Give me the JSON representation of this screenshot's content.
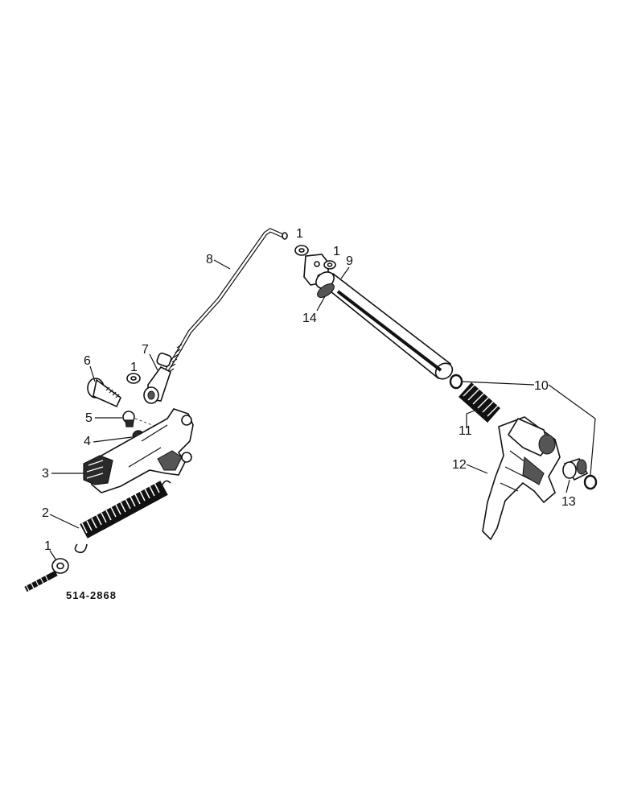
{
  "diagram": {
    "drawing_code": "514-2868",
    "callouts": {
      "c1_eyebolt": "1",
      "c1_near7": "1",
      "c1_rodend": "1",
      "c1_shaft": "1",
      "c2": "2",
      "c3": "3",
      "c4": "4",
      "c5": "5",
      "c6": "6",
      "c7": "7",
      "c8": "8",
      "c9": "9",
      "c10": "10",
      "c11": "11",
      "c12": "12",
      "c13": "13",
      "c14": "14"
    },
    "parts": [
      "eyebolt",
      "tension-spring",
      "pedal-lever",
      "nut",
      "ball",
      "bolt",
      "clevis",
      "shift-rod",
      "shaft",
      "o-ring",
      "compression-spring",
      "shift-fork",
      "bushing",
      "flange-washer"
    ]
  }
}
